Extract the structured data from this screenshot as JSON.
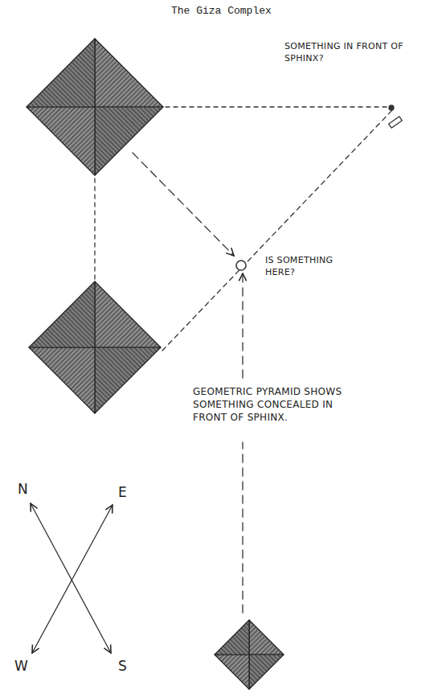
{
  "diagram": {
    "title": "The Giza Complex",
    "labels": [
      "SOMETHING IN FRONT OF SPHINX?",
      "IS SOMETHING HERE?",
      "GEOMETRIC PYRAMID SHOWS SOMETHING CONCEALED IN FRONT OF SPHINX.",
      "N",
      "E",
      "W",
      "S"
    ]
  }
}
